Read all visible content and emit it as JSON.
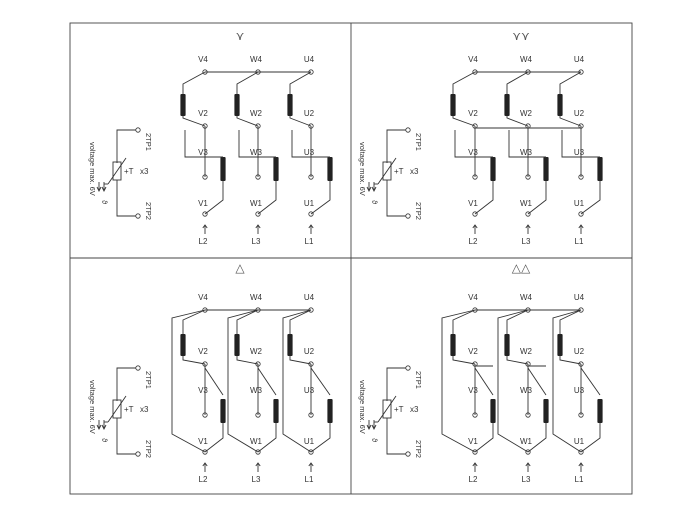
{
  "panels": [
    {
      "symbol": "⋎"
    },
    {
      "symbol": "⋎⋎"
    },
    {
      "symbol": "△"
    },
    {
      "symbol": "△△"
    }
  ],
  "labels": {
    "V4": "V4",
    "W4": "W4",
    "U4": "U4",
    "V2": "V2",
    "W2": "W2",
    "U2": "U2",
    "V3": "V3",
    "W3": "W3",
    "U3": "U3",
    "V1": "V1",
    "W1": "W1",
    "U1": "U1",
    "L1": "L1",
    "L2": "L2",
    "L3": "L3"
  },
  "thermistor": {
    "tp1": "2TP1",
    "tp2": "2TP2",
    "symbol": "+T",
    "count": "x3",
    "voltage": "voltage max. 6V",
    "theta": "ϑ"
  }
}
